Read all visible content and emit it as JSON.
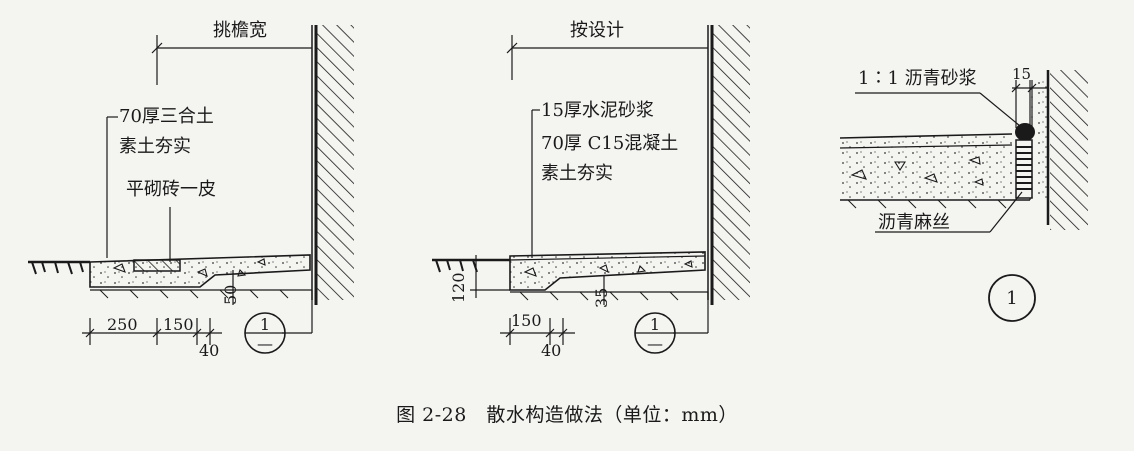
{
  "diagram_a": {
    "width_label": "挑檐宽",
    "layer_1": "70厚三合土",
    "layer_2": "素土夯实",
    "brick_label": "平砌砖一皮",
    "dim_250": "250",
    "dim_150": "150",
    "dim_40": "40",
    "dim_50": "50",
    "detail_ref_top": "1",
    "detail_ref_bottom": "—"
  },
  "diagram_b": {
    "width_label": "按设计",
    "layer_1": "15厚水泥砂浆",
    "layer_2": "70厚 C15混凝土",
    "layer_3": "素土夯实",
    "dim_120": "120",
    "dim_150": "150",
    "dim_40": "40",
    "dim_35": "35",
    "detail_ref_top": "1",
    "detail_ref_bottom": "—"
  },
  "detail": {
    "label_top": "1∶1 沥青砂浆",
    "dim_15": "15",
    "label_bottom": "沥青麻丝",
    "ref": "1"
  },
  "caption": "图 2-28　散水构造做法（单位：mm）",
  "colors": {
    "line": "#1a1a1a",
    "background": "#f4f4f1"
  }
}
